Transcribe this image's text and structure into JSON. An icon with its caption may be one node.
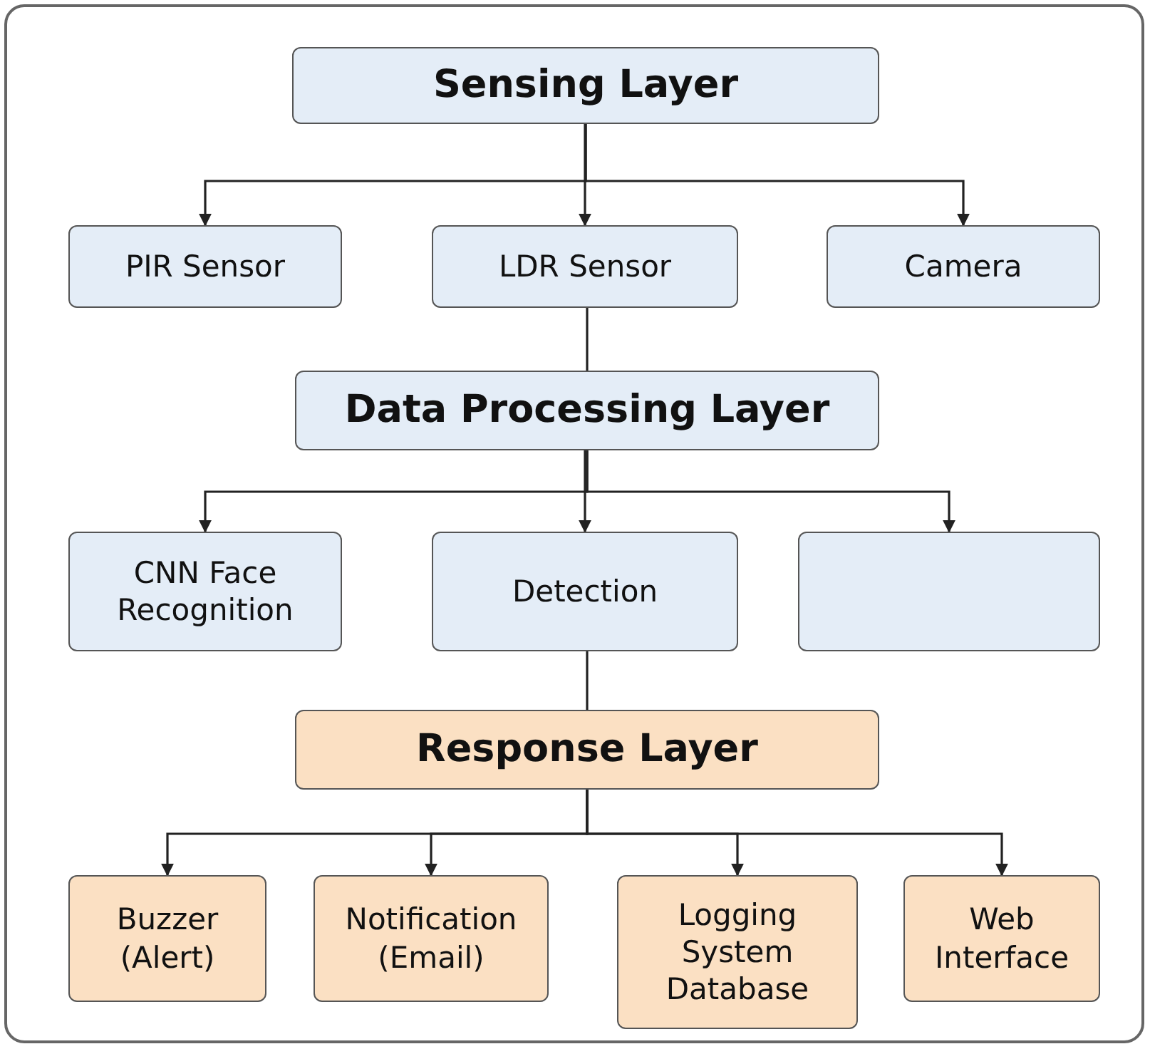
{
  "diagram": {
    "nodes": [
      {
        "text": [
          "Sensing Layer"
        ]
      },
      {
        "text": [
          "PIR Sensor"
        ]
      },
      {
        "text": [
          "LDR Sensor"
        ]
      },
      {
        "text": [
          "Camera"
        ]
      },
      {
        "text": [
          "Data Processing Layer"
        ]
      },
      {
        "text": [
          "CNN Face Recognition"
        ]
      },
      {
        "text": [
          "Detection"
        ]
      },
      {
        "text": [],
        "shape": "box"
      },
      {
        "text": [
          "Response Layer"
        ]
      },
      {
        "text": [
          "Buzzer (Alert)"
        ]
      },
      {
        "text": [
          "Notification (Email)"
        ]
      },
      {
        "text": [
          "Logging System Database"
        ]
      },
      {
        "text": [
          "Web Interface"
        ]
      }
    ],
    "edges": [
      {
        "from": 0,
        "to": 1,
        "arrow": "to"
      },
      {
        "from": 0,
        "to": 2,
        "arrow": "to"
      },
      {
        "from": 0,
        "to": 3,
        "arrow": "to"
      },
      {
        "from": 2,
        "to": 4,
        "arrow": "none"
      },
      {
        "from": 4,
        "to": 5,
        "arrow": "to"
      },
      {
        "from": 4,
        "to": 6,
        "arrow": "to"
      },
      {
        "from": 4,
        "to": 7,
        "arrow": "to"
      },
      {
        "from": 6,
        "to": 8,
        "arrow": "none"
      },
      {
        "from": 8,
        "to": 9,
        "arrow": "to"
      },
      {
        "from": 8,
        "to": 10,
        "arrow": "to"
      },
      {
        "from": 8,
        "to": 11,
        "arrow": "to"
      },
      {
        "from": 8,
        "to": 12,
        "arrow": "to"
      }
    ]
  }
}
